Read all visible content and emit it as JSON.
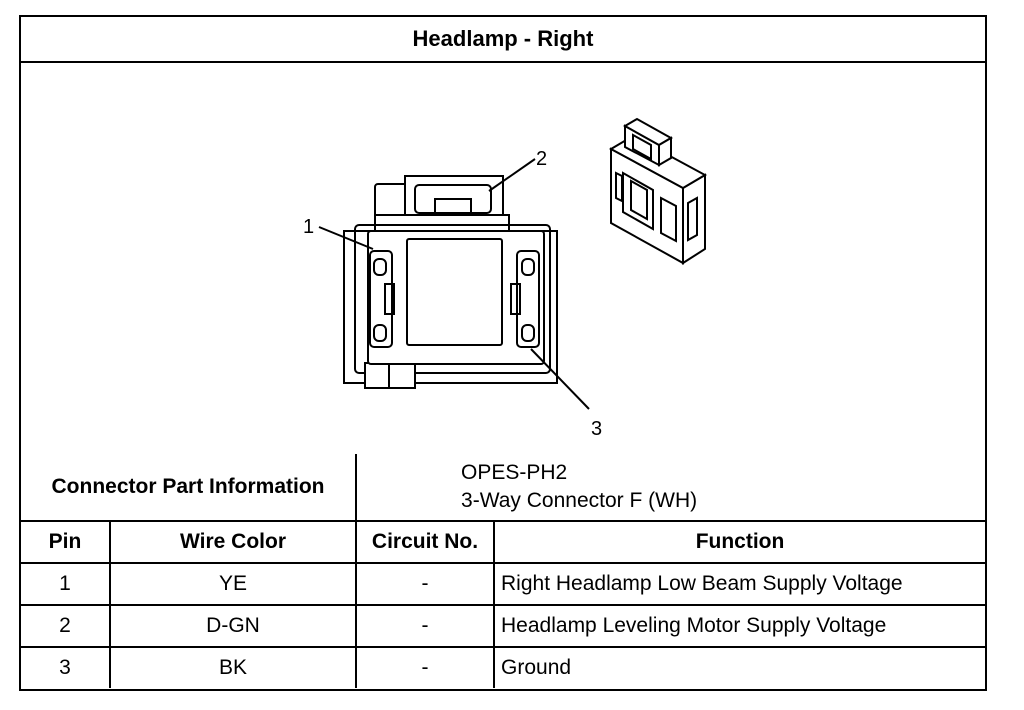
{
  "title": "Headlamp - Right",
  "callouts": {
    "c1": "1",
    "c2": "2",
    "c3": "3"
  },
  "connector_info": {
    "label": "Connector Part Information",
    "line1": "OPES-PH2",
    "line2": "3-Way Connector F (WH)"
  },
  "columns": {
    "pin": "Pin",
    "wire": "Wire Color",
    "circuit": "Circuit No.",
    "function": "Function"
  },
  "rows": [
    {
      "pin": "1",
      "wire": "YE",
      "circuit": "-",
      "function": "Right Headlamp Low Beam Supply Voltage"
    },
    {
      "pin": "2",
      "wire": "D-GN",
      "circuit": "-",
      "function": "Headlamp Leveling Motor Supply Voltage"
    },
    {
      "pin": "3",
      "wire": "BK",
      "circuit": "-",
      "function": "Ground"
    }
  ]
}
